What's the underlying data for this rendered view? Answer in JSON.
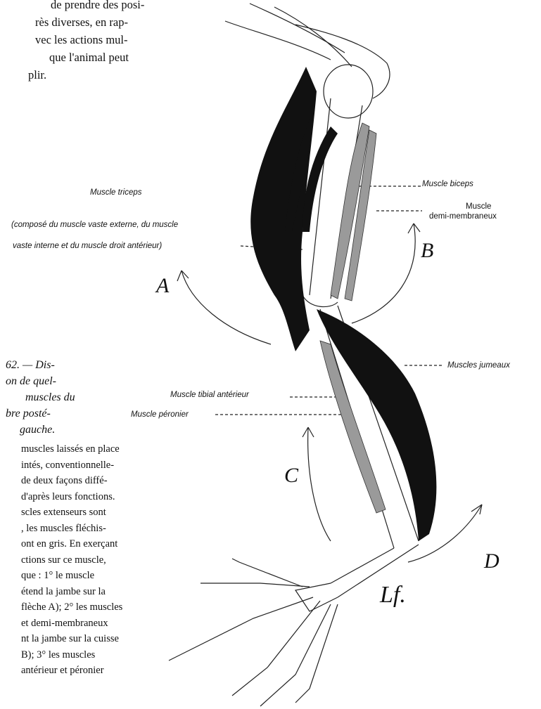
{
  "top_paragraph": [
    "de prendre des posi-",
    "rès diverses, en rap-",
    "vec les actions mul-",
    "que l'animal peut",
    "plir."
  ],
  "caption_heading": [
    "62. — Dis-",
    "on de quel-",
    "muscles du",
    "bre posté-",
    "gauche."
  ],
  "caption_body": [
    "muscles laissés en place",
    "intés, conventionnelle-",
    "de deux façons diffé-",
    "d'après leurs fonctions.",
    "scles extenseurs sont",
    ", les muscles fléchis-",
    "ont en gris. En exerçant",
    "ctions sur ce muscle,",
    "que : 1° le muscle",
    "étend la jambe sur la",
    "flèche A); 2° les muscles",
    "et demi-membraneux",
    "nt la jambe sur la cuisse",
    "B); 3° les muscles",
    "antérieur et péronier"
  ],
  "labels": {
    "triceps_title": "Muscle triceps",
    "triceps_line1": "(composé du muscle vaste externe, du muscle",
    "triceps_line2": "vaste interne et du muscle droit antérieur)",
    "biceps": "Muscle biceps",
    "demi_1": "Muscle",
    "demi_2": "demi-membraneux",
    "jumeaux": "Muscles jumeaux",
    "tibial": "Muscle tibial antérieur",
    "peronier": "Muscle péronier"
  },
  "letters": {
    "a": "A",
    "b": "B",
    "c": "C",
    "d": "D"
  },
  "signature": "Lf."
}
